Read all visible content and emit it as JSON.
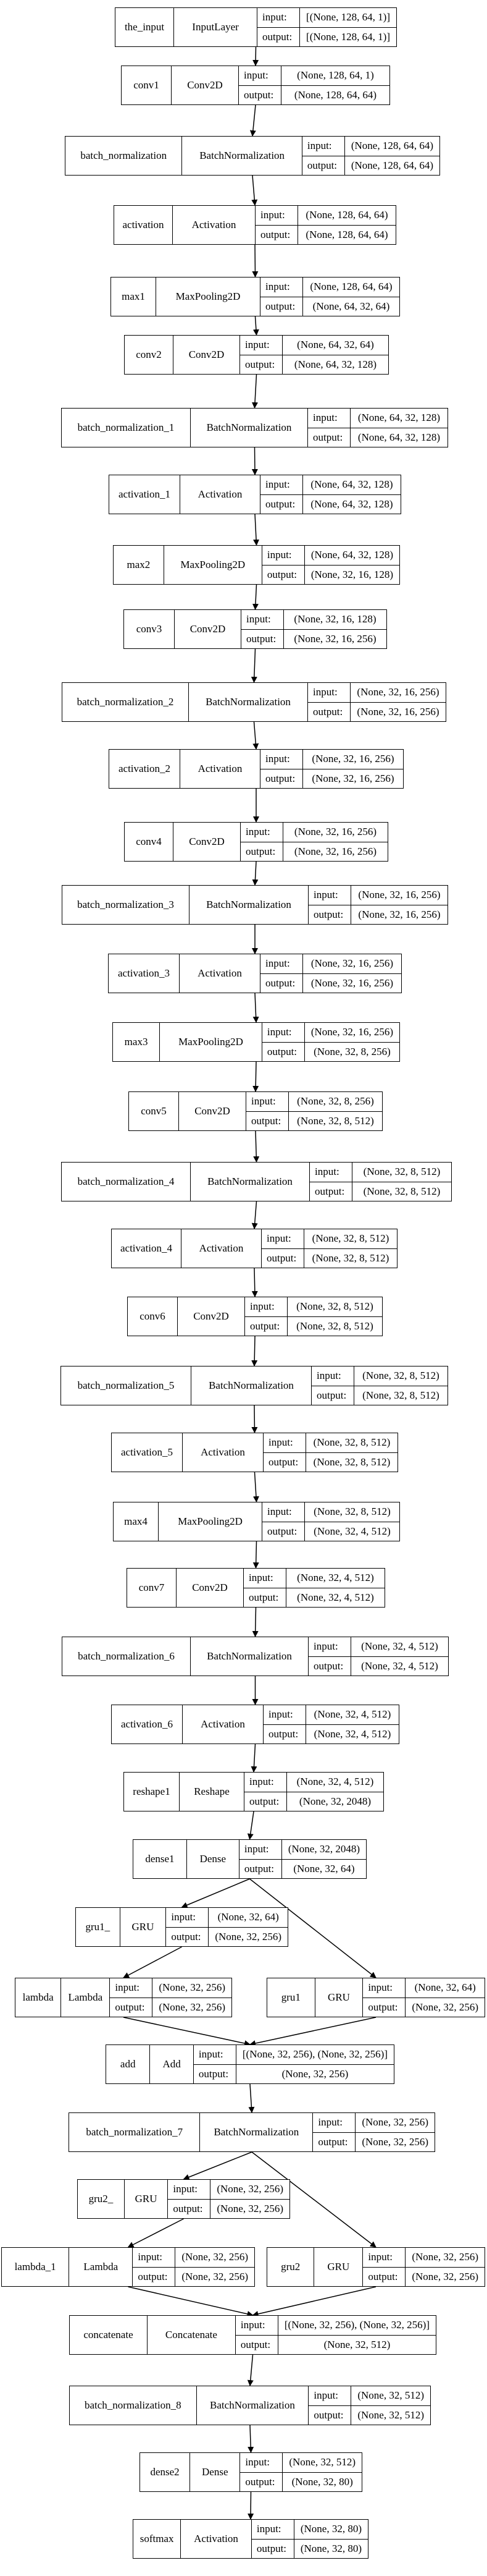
{
  "nodes": [
    {
      "id": "the_input",
      "name": "the_input",
      "type": "InputLayer",
      "input_label": "input:",
      "output_label": "output:",
      "input": "[(None, 128, 64, 1)]",
      "output": "[(None, 128, 64, 1)]"
    },
    {
      "id": "conv1",
      "name": "conv1",
      "type": "Conv2D",
      "input_label": "input:",
      "output_label": "output:",
      "input": "(None, 128, 64, 1)",
      "output": "(None, 128, 64, 64)"
    },
    {
      "id": "batch_normalization",
      "name": "batch_normalization",
      "type": "BatchNormalization",
      "input_label": "input:",
      "output_label": "output:",
      "input": "(None, 128, 64, 64)",
      "output": "(None, 128, 64, 64)"
    },
    {
      "id": "activation",
      "name": "activation",
      "type": "Activation",
      "input_label": "input:",
      "output_label": "output:",
      "input": "(None, 128, 64, 64)",
      "output": "(None, 128, 64, 64)"
    },
    {
      "id": "max1",
      "name": "max1",
      "type": "MaxPooling2D",
      "input_label": "input:",
      "output_label": "output:",
      "input": "(None, 128, 64, 64)",
      "output": "(None, 64, 32, 64)"
    },
    {
      "id": "conv2",
      "name": "conv2",
      "type": "Conv2D",
      "input_label": "input:",
      "output_label": "output:",
      "input": "(None, 64, 32, 64)",
      "output": "(None, 64, 32, 128)"
    },
    {
      "id": "batch_normalization_1",
      "name": "batch_normalization_1",
      "type": "BatchNormalization",
      "input_label": "input:",
      "output_label": "output:",
      "input": "(None, 64, 32, 128)",
      "output": "(None, 64, 32, 128)"
    },
    {
      "id": "activation_1",
      "name": "activation_1",
      "type": "Activation",
      "input_label": "input:",
      "output_label": "output:",
      "input": "(None, 64, 32, 128)",
      "output": "(None, 64, 32, 128)"
    },
    {
      "id": "max2",
      "name": "max2",
      "type": "MaxPooling2D",
      "input_label": "input:",
      "output_label": "output:",
      "input": "(None, 64, 32, 128)",
      "output": "(None, 32, 16, 128)"
    },
    {
      "id": "conv3",
      "name": "conv3",
      "type": "Conv2D",
      "input_label": "input:",
      "output_label": "output:",
      "input": "(None, 32, 16, 128)",
      "output": "(None, 32, 16, 256)"
    },
    {
      "id": "batch_normalization_2",
      "name": "batch_normalization_2",
      "type": "BatchNormalization",
      "input_label": "input:",
      "output_label": "output:",
      "input": "(None, 32, 16, 256)",
      "output": "(None, 32, 16, 256)"
    },
    {
      "id": "activation_2",
      "name": "activation_2",
      "type": "Activation",
      "input_label": "input:",
      "output_label": "output:",
      "input": "(None, 32, 16, 256)",
      "output": "(None, 32, 16, 256)"
    },
    {
      "id": "conv4",
      "name": "conv4",
      "type": "Conv2D",
      "input_label": "input:",
      "output_label": "output:",
      "input": "(None, 32, 16, 256)",
      "output": "(None, 32, 16, 256)"
    },
    {
      "id": "batch_normalization_3",
      "name": "batch_normalization_3",
      "type": "BatchNormalization",
      "input_label": "input:",
      "output_label": "output:",
      "input": "(None, 32, 16, 256)",
      "output": "(None, 32, 16, 256)"
    },
    {
      "id": "activation_3",
      "name": "activation_3",
      "type": "Activation",
      "input_label": "input:",
      "output_label": "output:",
      "input": "(None, 32, 16, 256)",
      "output": "(None, 32, 16, 256)"
    },
    {
      "id": "max3",
      "name": "max3",
      "type": "MaxPooling2D",
      "input_label": "input:",
      "output_label": "output:",
      "input": "(None, 32, 16, 256)",
      "output": "(None, 32, 8, 256)"
    },
    {
      "id": "conv5",
      "name": "conv5",
      "type": "Conv2D",
      "input_label": "input:",
      "output_label": "output:",
      "input": "(None, 32, 8, 256)",
      "output": "(None, 32, 8, 512)"
    },
    {
      "id": "batch_normalization_4",
      "name": "batch_normalization_4",
      "type": "BatchNormalization",
      "input_label": "input:",
      "output_label": "output:",
      "input": "(None, 32, 8, 512)",
      "output": "(None, 32, 8, 512)"
    },
    {
      "id": "activation_4",
      "name": "activation_4",
      "type": "Activation",
      "input_label": "input:",
      "output_label": "output:",
      "input": "(None, 32, 8, 512)",
      "output": "(None, 32, 8, 512)"
    },
    {
      "id": "conv6",
      "name": "conv6",
      "type": "Conv2D",
      "input_label": "input:",
      "output_label": "output:",
      "input": "(None, 32, 8, 512)",
      "output": "(None, 32, 8, 512)"
    },
    {
      "id": "batch_normalization_5",
      "name": "batch_normalization_5",
      "type": "BatchNormalization",
      "input_label": "input:",
      "output_label": "output:",
      "input": "(None, 32, 8, 512)",
      "output": "(None, 32, 8, 512)"
    },
    {
      "id": "activation_5",
      "name": "activation_5",
      "type": "Activation",
      "input_label": "input:",
      "output_label": "output:",
      "input": "(None, 32, 8, 512)",
      "output": "(None, 32, 8, 512)"
    },
    {
      "id": "max4",
      "name": "max4",
      "type": "MaxPooling2D",
      "input_label": "input:",
      "output_label": "output:",
      "input": "(None, 32, 8, 512)",
      "output": "(None, 32, 4, 512)"
    },
    {
      "id": "conv7",
      "name": "conv7",
      "type": "Conv2D",
      "input_label": "input:",
      "output_label": "output:",
      "input": "(None, 32, 4, 512)",
      "output": "(None, 32, 4, 512)"
    },
    {
      "id": "batch_normalization_6",
      "name": "batch_normalization_6",
      "type": "BatchNormalization",
      "input_label": "input:",
      "output_label": "output:",
      "input": "(None, 32, 4, 512)",
      "output": "(None, 32, 4, 512)"
    },
    {
      "id": "activation_6",
      "name": "activation_6",
      "type": "Activation",
      "input_label": "input:",
      "output_label": "output:",
      "input": "(None, 32, 4, 512)",
      "output": "(None, 32, 4, 512)"
    },
    {
      "id": "reshape1",
      "name": "reshape1",
      "type": "Reshape",
      "input_label": "input:",
      "output_label": "output:",
      "input": "(None, 32, 4, 512)",
      "output": "(None, 32, 2048)"
    },
    {
      "id": "dense1",
      "name": "dense1",
      "type": "Dense",
      "input_label": "input:",
      "output_label": "output:",
      "input": "(None, 32, 2048)",
      "output": "(None, 32, 64)"
    },
    {
      "id": "gru1_",
      "name": "gru1_",
      "type": "GRU",
      "input_label": "input:",
      "output_label": "output:",
      "input": "(None, 32, 64)",
      "output": "(None, 32, 256)"
    },
    {
      "id": "lambda",
      "name": "lambda",
      "type": "Lambda",
      "input_label": "input:",
      "output_label": "output:",
      "input": "(None, 32, 256)",
      "output": "(None, 32, 256)"
    },
    {
      "id": "gru1",
      "name": "gru1",
      "type": "GRU",
      "input_label": "input:",
      "output_label": "output:",
      "input": "(None, 32, 64)",
      "output": "(None, 32, 256)"
    },
    {
      "id": "add",
      "name": "add",
      "type": "Add",
      "input_label": "input:",
      "output_label": "output:",
      "input": "[(None, 32, 256), (None, 32, 256)]",
      "output": "(None, 32, 256)"
    },
    {
      "id": "batch_normalization_7",
      "name": "batch_normalization_7",
      "type": "BatchNormalization",
      "input_label": "input:",
      "output_label": "output:",
      "input": "(None, 32, 256)",
      "output": "(None, 32, 256)"
    },
    {
      "id": "gru2_",
      "name": "gru2_",
      "type": "GRU",
      "input_label": "input:",
      "output_label": "output:",
      "input": "(None, 32, 256)",
      "output": "(None, 32, 256)"
    },
    {
      "id": "lambda_1",
      "name": "lambda_1",
      "type": "Lambda",
      "input_label": "input:",
      "output_label": "output:",
      "input": "(None, 32, 256)",
      "output": "(None, 32, 256)"
    },
    {
      "id": "gru2",
      "name": "gru2",
      "type": "GRU",
      "input_label": "input:",
      "output_label": "output:",
      "input": "(None, 32, 256)",
      "output": "(None, 32, 256)"
    },
    {
      "id": "concatenate",
      "name": "concatenate",
      "type": "Concatenate",
      "input_label": "input:",
      "output_label": "output:",
      "input": "[(None, 32, 256), (None, 32, 256)]",
      "output": "(None, 32, 512)"
    },
    {
      "id": "batch_normalization_8",
      "name": "batch_normalization_8",
      "type": "BatchNormalization",
      "input_label": "input:",
      "output_label": "output:",
      "input": "(None, 32, 512)",
      "output": "(None, 32, 512)"
    },
    {
      "id": "dense2",
      "name": "dense2",
      "type": "Dense",
      "input_label": "input:",
      "output_label": "output:",
      "input": "(None, 32, 512)",
      "output": "(None, 32, 80)"
    },
    {
      "id": "softmax",
      "name": "softmax",
      "type": "Activation",
      "input_label": "input:",
      "output_label": "output:",
      "input": "(None, 32, 80)",
      "output": "(None, 32, 80)"
    }
  ],
  "edges": [
    [
      "the_input",
      "conv1"
    ],
    [
      "conv1",
      "batch_normalization"
    ],
    [
      "batch_normalization",
      "activation"
    ],
    [
      "activation",
      "max1"
    ],
    [
      "max1",
      "conv2"
    ],
    [
      "conv2",
      "batch_normalization_1"
    ],
    [
      "batch_normalization_1",
      "activation_1"
    ],
    [
      "activation_1",
      "max2"
    ],
    [
      "max2",
      "conv3"
    ],
    [
      "conv3",
      "batch_normalization_2"
    ],
    [
      "batch_normalization_2",
      "activation_2"
    ],
    [
      "activation_2",
      "conv4"
    ],
    [
      "conv4",
      "batch_normalization_3"
    ],
    [
      "batch_normalization_3",
      "activation_3"
    ],
    [
      "activation_3",
      "max3"
    ],
    [
      "max3",
      "conv5"
    ],
    [
      "conv5",
      "batch_normalization_4"
    ],
    [
      "batch_normalization_4",
      "activation_4"
    ],
    [
      "activation_4",
      "conv6"
    ],
    [
      "conv6",
      "batch_normalization_5"
    ],
    [
      "batch_normalization_5",
      "activation_5"
    ],
    [
      "activation_5",
      "max4"
    ],
    [
      "max4",
      "conv7"
    ],
    [
      "conv7",
      "batch_normalization_6"
    ],
    [
      "batch_normalization_6",
      "activation_6"
    ],
    [
      "activation_6",
      "reshape1"
    ],
    [
      "reshape1",
      "dense1"
    ],
    [
      "dense1",
      "gru1_"
    ],
    [
      "dense1",
      "gru1"
    ],
    [
      "gru1_",
      "lambda"
    ],
    [
      "lambda",
      "add"
    ],
    [
      "gru1",
      "add"
    ],
    [
      "add",
      "batch_normalization_7"
    ],
    [
      "batch_normalization_7",
      "gru2_"
    ],
    [
      "batch_normalization_7",
      "gru2"
    ],
    [
      "gru2_",
      "lambda_1"
    ],
    [
      "lambda_1",
      "concatenate"
    ],
    [
      "gru2",
      "concatenate"
    ],
    [
      "concatenate",
      "batch_normalization_8"
    ],
    [
      "batch_normalization_8",
      "dense2"
    ],
    [
      "dense2",
      "softmax"
    ]
  ]
}
